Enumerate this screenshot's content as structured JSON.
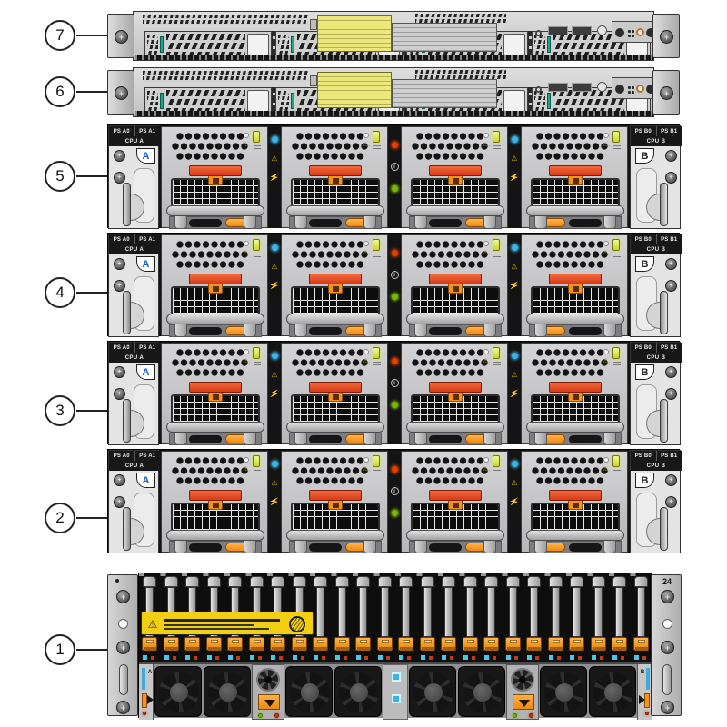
{
  "figure_type": "hardware-rack-diagram",
  "icons": {
    "screw": "+",
    "warning": "⚠",
    "lightning": "⚡",
    "info": "i"
  },
  "colors": {
    "accent_orange": "#f6921e",
    "latch_red": "#e2401c",
    "teal_led": "#1fa58f",
    "yellow_green_led": "#d8e63a",
    "cyan_led": "#3ab5e6",
    "green_led": "#7ab800",
    "red_led": "#e04000",
    "service_tag_yellow": "#ebe77b",
    "warning_label_yellow": "#f2cf12",
    "badge_blue": "#1a57c8"
  },
  "callouts": {
    "items": [
      {
        "label": "7"
      },
      {
        "label": "6"
      },
      {
        "label": "5"
      },
      {
        "label": "4"
      },
      {
        "label": "3"
      },
      {
        "label": "2"
      },
      {
        "label": "1"
      }
    ]
  },
  "servers": {
    "count": 2
  },
  "module_rows": {
    "count": 4,
    "modules_per_row": 4,
    "left_cap": {
      "ps0": "PS A0",
      "ps1": "PS A1",
      "cpu": "CPU A",
      "badge": "A"
    },
    "right_cap": {
      "ps0": "PS B0",
      "ps1": "PS B1",
      "cpu": "CPU B",
      "badge": "B"
    }
  },
  "dae": {
    "slot_count": 24,
    "slot_count_label": "24",
    "fan_count": 8,
    "side_a_label": "A",
    "side_b_label": "B"
  }
}
